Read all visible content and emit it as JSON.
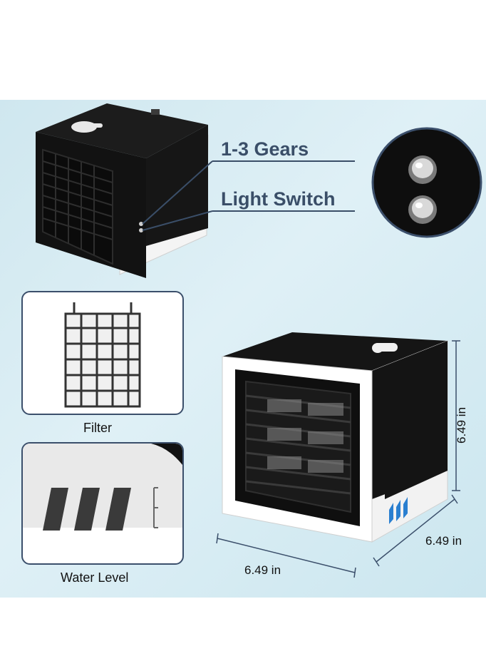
{
  "callouts": {
    "gears": "1-3 Gears",
    "light": "Light Switch"
  },
  "thumbnails": {
    "filter_caption": "Filter",
    "water_caption": "Water Level"
  },
  "dimensions": {
    "height": "6.49 in",
    "depth": "6.49 in",
    "width": "6.49 in"
  },
  "colors": {
    "background": "#d6ecf3",
    "callout_text": "#3a4e68",
    "device_black": "#121212",
    "accent_blue": "#2a7fd0"
  }
}
